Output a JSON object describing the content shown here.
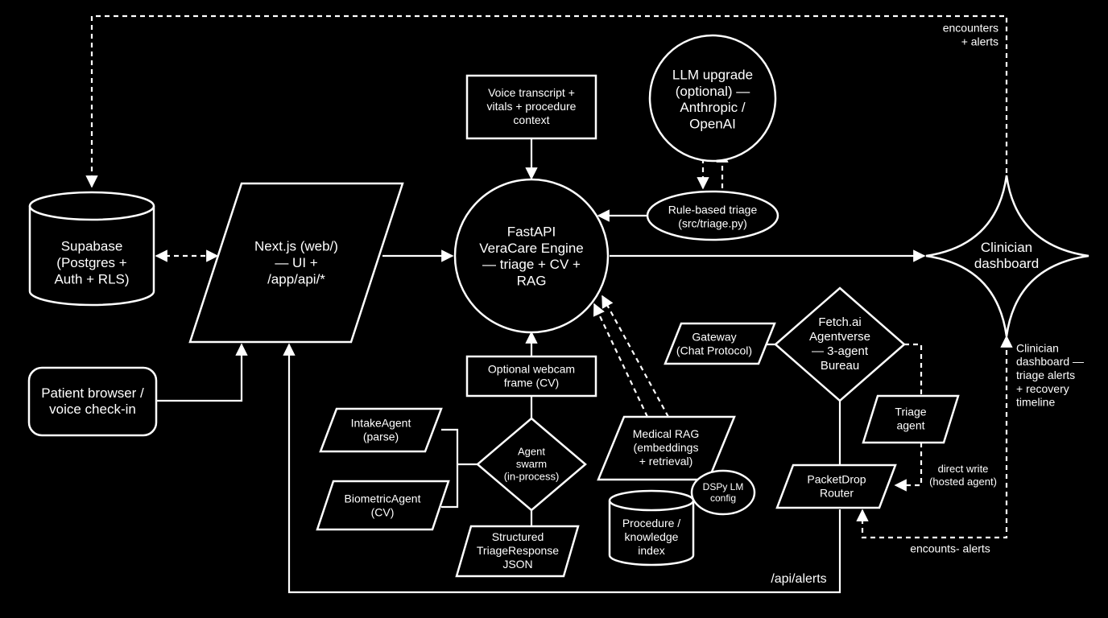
{
  "nodes": {
    "supabase": [
      "Supabase",
      "(Postgres +",
      "Auth + RLS)"
    ],
    "nextjs": [
      "Next.js (web/)",
      "— UI +",
      "/app/api/*"
    ],
    "patient": [
      "Patient browser /",
      "voice check-in"
    ],
    "engine": [
      "FastAPI",
      "VeraCare Engine",
      "— triage + CV +",
      "RAG"
    ],
    "voice": [
      "Voice transcript +",
      "vitals + procedure",
      "context"
    ],
    "llm": [
      "LLM upgrade",
      "(optional) —",
      "Anthropic /",
      "OpenAI"
    ],
    "rule": [
      "Rule-based triage",
      "(src/triage.py)"
    ],
    "clinician": [
      "Clinician",
      "dashboard"
    ],
    "webcam": [
      "Optional webcam",
      "frame (CV)"
    ],
    "intake": [
      "IntakeAgent",
      "(parse)"
    ],
    "biometric": [
      "BiometricAgent",
      "(CV)"
    ],
    "swarm": [
      "Agent",
      "swarm",
      "(in-process)"
    ],
    "structured": [
      "Structured",
      "TriageResponse",
      "JSON"
    ],
    "medrag": [
      "Medical RAG",
      "(embeddings",
      "+ retrieval)"
    ],
    "dspy": [
      "DSPy LM",
      "config"
    ],
    "procedure": [
      "Procedure /",
      "knowledge",
      "index"
    ],
    "gateway": [
      "Gateway",
      "(Chat Protocol)"
    ],
    "fetch": [
      "Fetch.ai",
      "Agentverse",
      "— 3-agent",
      "Bureau"
    ],
    "triage_agent": [
      "Triage",
      "agent"
    ],
    "packetdrop": [
      "PacketDrop",
      "Router"
    ]
  },
  "edge_labels": {
    "encounters_alerts": [
      "encounters",
      "+ alerts"
    ],
    "clinician_note": [
      "Clinician",
      "dashboard —",
      "triage alerts",
      "+ recovery",
      "timeline"
    ],
    "direct_write": [
      "direct write",
      "(hosted agent)"
    ],
    "encounts_alerts": "encounts- alerts",
    "api_alerts": "/api/alerts"
  }
}
